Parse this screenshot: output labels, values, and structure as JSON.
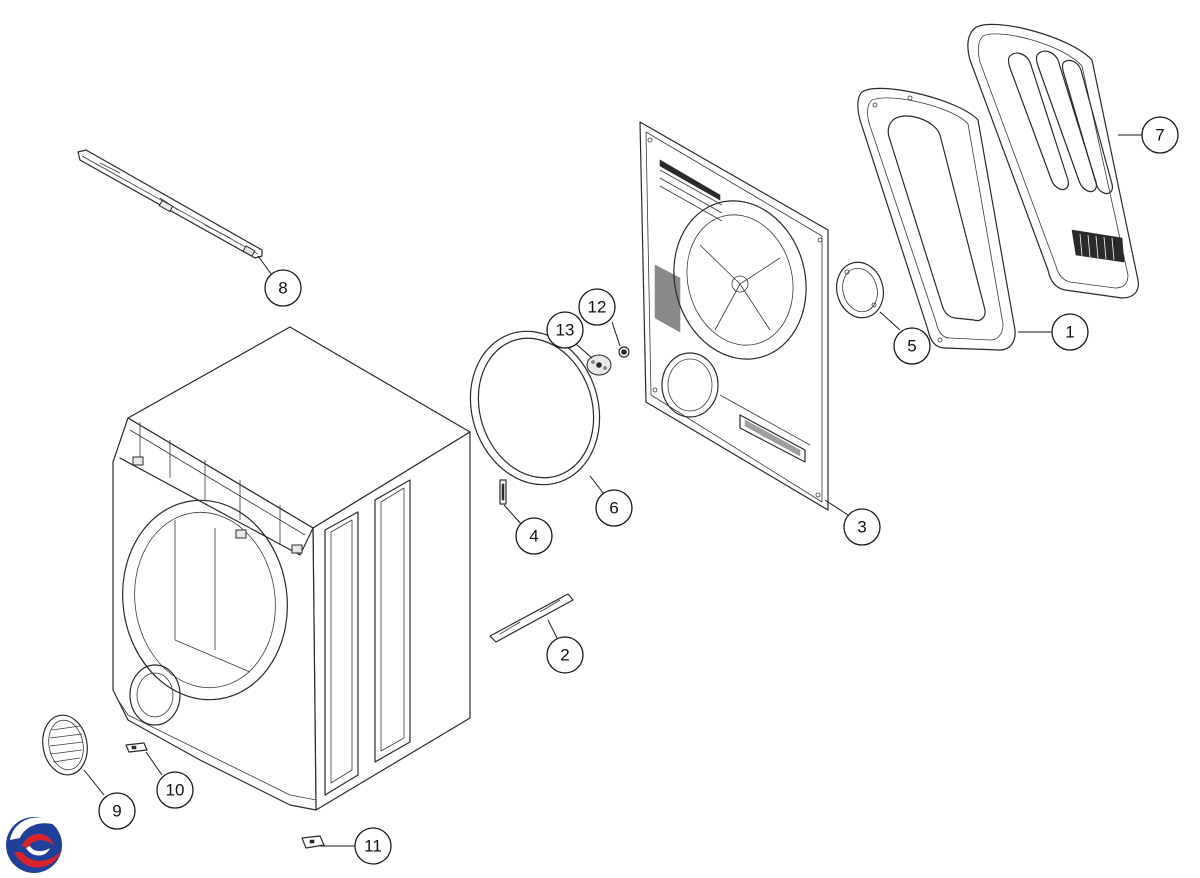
{
  "diagram": {
    "type": "exploded-parts-view",
    "callouts": [
      {
        "label": "1"
      },
      {
        "label": "2"
      },
      {
        "label": "3"
      },
      {
        "label": "4"
      },
      {
        "label": "5"
      },
      {
        "label": "6"
      },
      {
        "label": "7"
      },
      {
        "label": "8"
      },
      {
        "label": "9"
      },
      {
        "label": "10"
      },
      {
        "label": "11"
      },
      {
        "label": "12"
      },
      {
        "label": "13"
      }
    ]
  },
  "colors": {
    "line": "#2a2a2a",
    "logo_blue": "#1f3f9a",
    "logo_red": "#d8232a"
  },
  "logo": {
    "icon": "brand-logo-icon"
  }
}
